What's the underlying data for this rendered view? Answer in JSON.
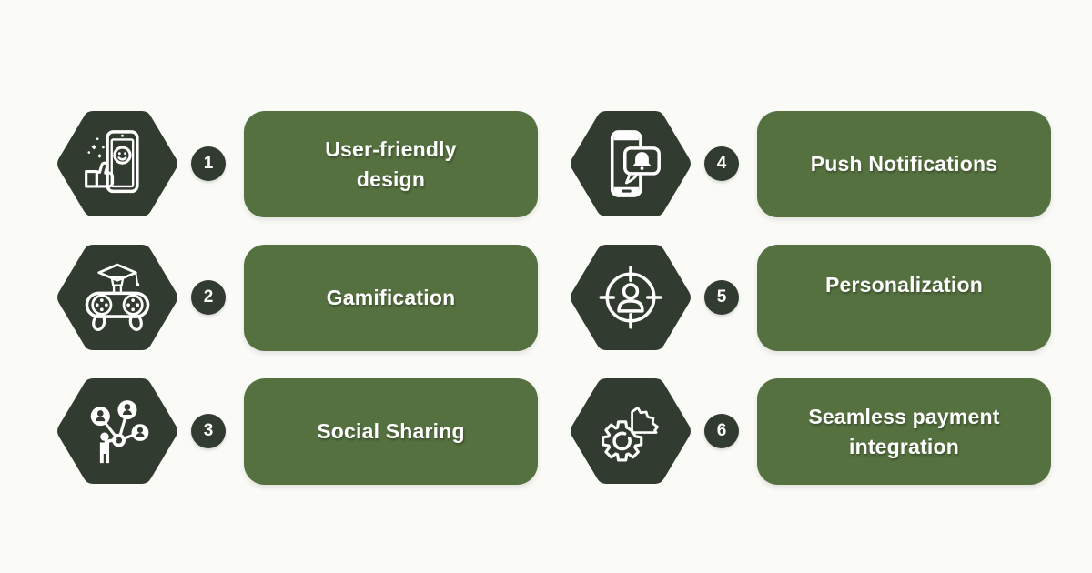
{
  "infographic": {
    "theme": "mobile app feature steps",
    "colors": {
      "background": "#FAFAF7",
      "hexagon_dark": "#323B2F",
      "card_green": "#55713F",
      "label_text": "#FFFFFF"
    },
    "items": [
      {
        "number": "1",
        "label": "User-friendly design",
        "lines": [
          "User-friendly",
          "design"
        ],
        "icon": "phone-smiley-thumbs-up-icon"
      },
      {
        "number": "2",
        "label": "Gamification",
        "lines": [
          "Gamification"
        ],
        "icon": "gamepad-graduation-cap-icon"
      },
      {
        "number": "3",
        "label": "Social Sharing",
        "lines": [
          "Social Sharing"
        ],
        "icon": "person-network-icon"
      },
      {
        "number": "4",
        "label": "Push Notifications",
        "lines": [
          "Push Notifications"
        ],
        "icon": "phone-notification-bell-icon"
      },
      {
        "number": "5",
        "label": "Personalization",
        "lines": [
          "Personalization"
        ],
        "icon": "person-target-icon"
      },
      {
        "number": "6",
        "label": "Seamless payment integration",
        "lines": [
          "Seamless payment",
          "integration"
        ],
        "icon": "gear-pie-chart-icon"
      }
    ]
  }
}
